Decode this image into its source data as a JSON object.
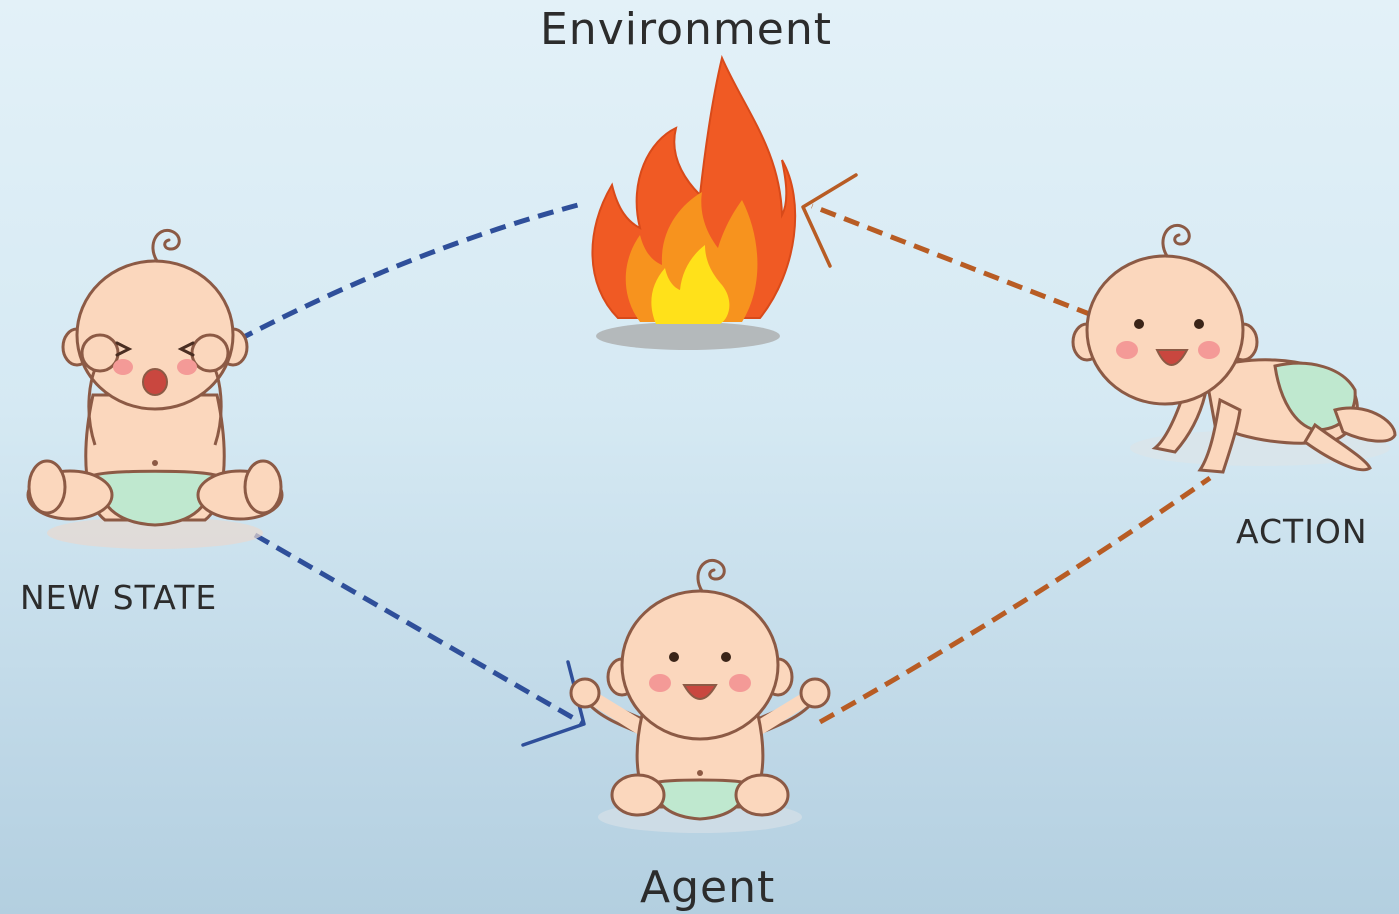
{
  "labels": {
    "environment": "Environment",
    "agent": "Agent",
    "new_state": "NEW STATE",
    "action": "ACTION"
  },
  "colors": {
    "state_arrow": "#2f4f9a",
    "action_arrow": "#b85c24",
    "skin": "#fbd7bd",
    "skin_shade": "#f2b996",
    "diaper": "#bfe8cf",
    "cheek": "#f49a97",
    "mouth": "#c9473f",
    "flame_outer": "#f05a24",
    "flame_mid": "#f7931e",
    "flame_inner": "#ffe11a"
  },
  "icons": {
    "environment": "fire-icon",
    "agent": "baby-arms-up-icon",
    "new_state": "baby-crying-icon",
    "action": "baby-crawling-icon"
  }
}
